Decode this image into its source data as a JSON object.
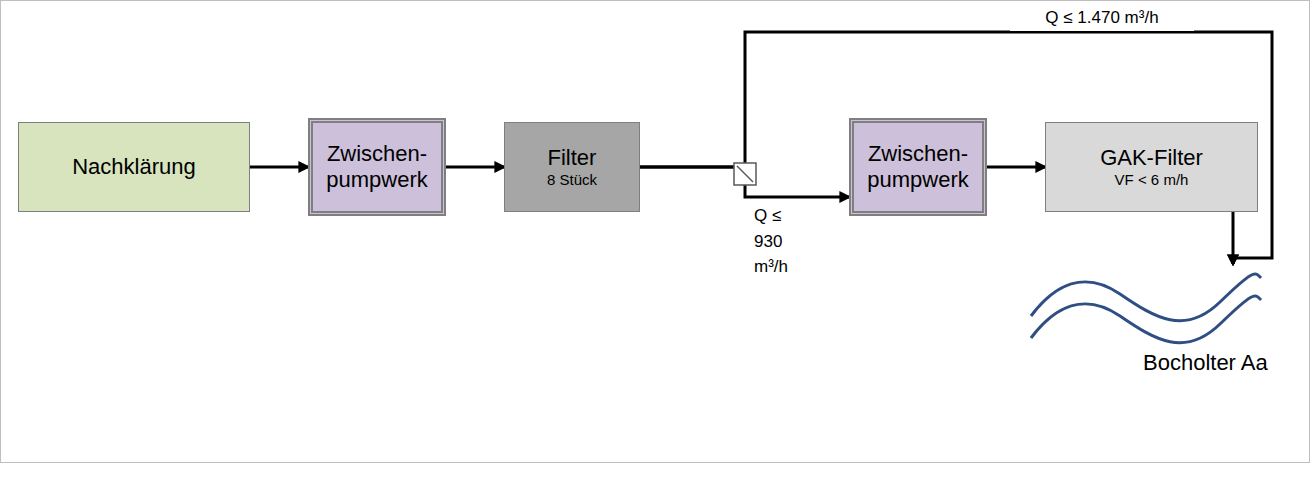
{
  "diagram": {
    "nodes": [
      {
        "text": [
          "Nachklärung"
        ]
      },
      {
        "text": [
          "Zwischen-pumpwerk"
        ]
      },
      {
        "text": [
          "Filter",
          "8 Stück"
        ]
      },
      {
        "text": [
          "Zwischen-pumpwerk"
        ]
      },
      {
        "text": [
          "GAK-Filter",
          "VF < 6 m/h"
        ]
      },
      {
        "text": [
          "Bocholter Aa"
        ]
      }
    ],
    "edges": [
      {
        "from": 0,
        "to": 1,
        "arrow": "to"
      },
      {
        "from": 1,
        "to": 2,
        "arrow": "to"
      },
      {
        "from": 2,
        "to": 3,
        "arrow": "to",
        "label": "Q ≤ 930 m³/h"
      },
      {
        "from": 3,
        "to": 4,
        "arrow": "to"
      },
      {
        "from": 4,
        "to": 5,
        "arrow": "to"
      },
      {
        "from": 2,
        "to": 5,
        "arrow": "to",
        "label": "Q ≤ 1.470 m³/h"
      }
    ]
  }
}
